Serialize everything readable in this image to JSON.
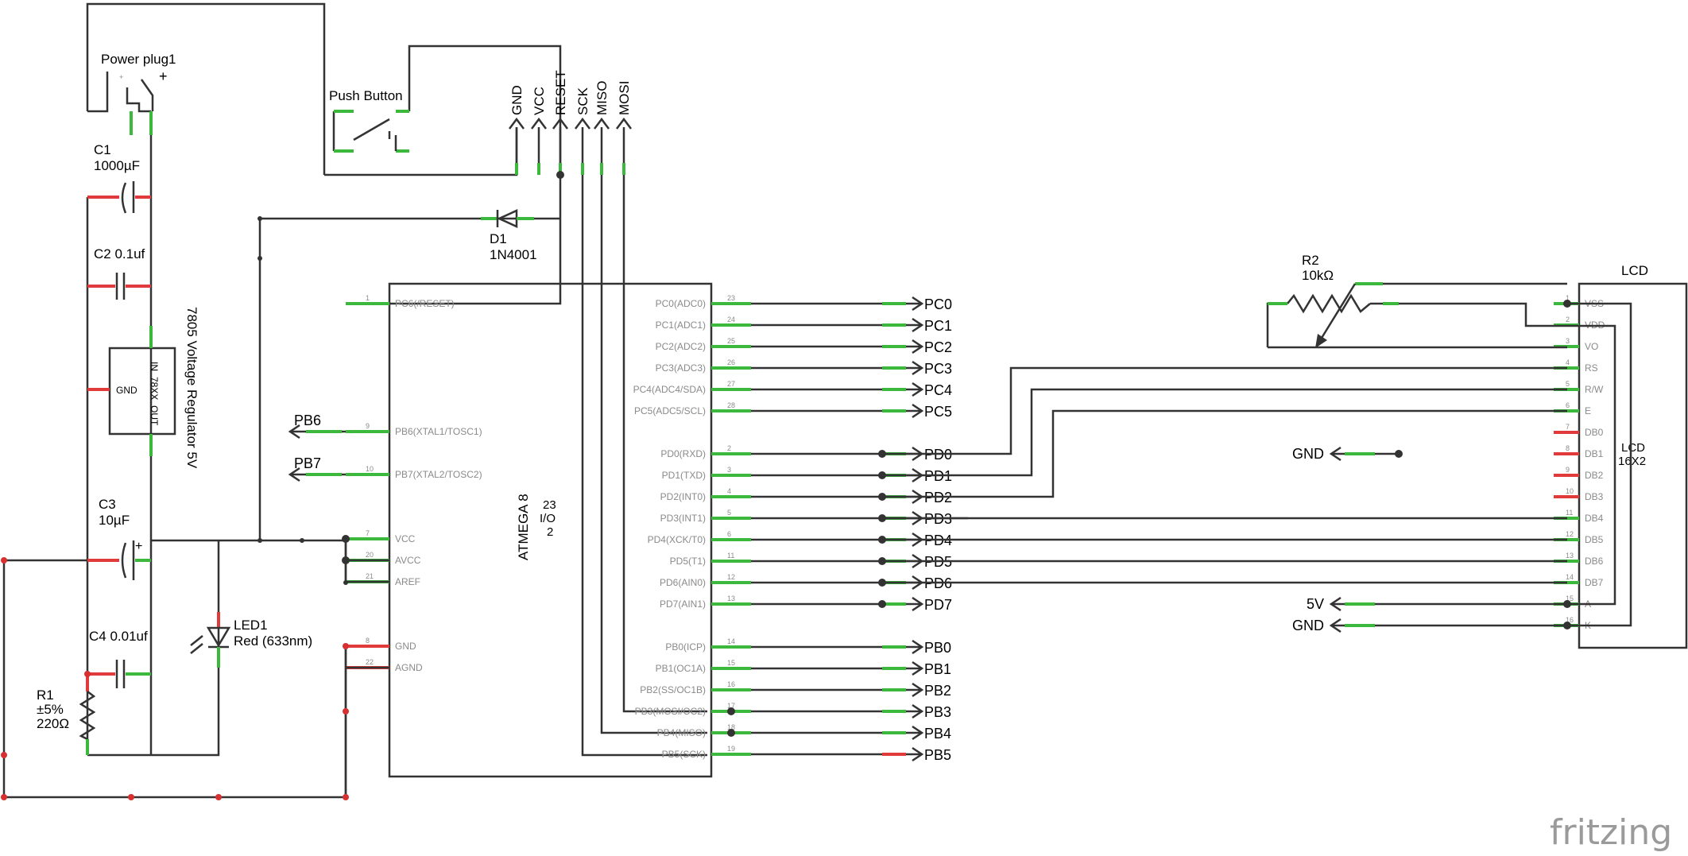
{
  "brand": "fritzing",
  "labels": {
    "power_plug": "Power plug1",
    "push_button": "Push Button",
    "c1_name": "C1",
    "c1_value": "1000µF",
    "c2": "C2 0.1uf",
    "regulator_title": "7805 Voltage Regulator 5V",
    "reg_in": "IN",
    "reg_body": "78XX",
    "reg_out": "OUT",
    "reg_gnd": "GND",
    "c3_name": "C3",
    "c3_value": "10µF",
    "c4": "C4 0.01uf",
    "r1_name": "R1",
    "r1_tol": "±5%",
    "r1_value": "220Ω",
    "led_name": "LED1",
    "led_value": "Red (633nm)",
    "d1_name": "D1",
    "d1_value": "1N4001",
    "r2_name": "R2",
    "r2_value": "10kΩ",
    "lcd_title": "LCD",
    "lcd_body1": "LCD",
    "lcd_body2": "16X2",
    "mcu_name": "ATMEGA 8",
    "mcu_io1": "23",
    "mcu_io2": "I/O",
    "mcu_io3": "2"
  },
  "header": {
    "left": [
      "GND",
      "VCC",
      "RESET",
      "SCK",
      "MISO",
      "MOSI"
    ]
  },
  "mcu_left_pins": [
    {
      "num": "1",
      "name": "PC6(/RESET)"
    },
    {
      "num": "9",
      "name": "PB6(XTAL1/TOSC1)"
    },
    {
      "num": "10",
      "name": "PB7(XTAL2/TOSC2)"
    },
    {
      "num": "7",
      "name": "VCC"
    },
    {
      "num": "20",
      "name": "AVCC"
    },
    {
      "num": "21",
      "name": "AREF"
    },
    {
      "num": "8",
      "name": "GND"
    },
    {
      "num": "22",
      "name": "AGND"
    }
  ],
  "mcu_right_pins": [
    {
      "num": "23",
      "name": "PC0(ADC0)",
      "net": "PC0"
    },
    {
      "num": "24",
      "name": "PC1(ADC1)",
      "net": "PC1"
    },
    {
      "num": "25",
      "name": "PC2(ADC2)",
      "net": "PC2"
    },
    {
      "num": "26",
      "name": "PC3(ADC3)",
      "net": "PC3"
    },
    {
      "num": "27",
      "name": "PC4(ADC4/SDA)",
      "net": "PC4"
    },
    {
      "num": "28",
      "name": "PC5(ADC5/SCL)",
      "net": "PC5"
    },
    {
      "num": "2",
      "name": "PD0(RXD)",
      "net": "PD0"
    },
    {
      "num": "3",
      "name": "PD1(TXD)",
      "net": "PD1"
    },
    {
      "num": "4",
      "name": "PD2(INT0)",
      "net": "PD2"
    },
    {
      "num": "5",
      "name": "PD3(INT1)",
      "net": "PD3"
    },
    {
      "num": "6",
      "name": "PD4(XCK/T0)",
      "net": "PD4"
    },
    {
      "num": "11",
      "name": "PD5(T1)",
      "net": "PD5"
    },
    {
      "num": "12",
      "name": "PD6(AIN0)",
      "net": "PD6"
    },
    {
      "num": "13",
      "name": "PD7(AIN1)",
      "net": "PD7"
    },
    {
      "num": "14",
      "name": "PB0(ICP)",
      "net": "PB0"
    },
    {
      "num": "15",
      "name": "PB1(OC1A)",
      "net": "PB1"
    },
    {
      "num": "16",
      "name": "PB2(SS/OC1B)",
      "net": "PB2"
    },
    {
      "num": "17",
      "name": "PB3(MOSI/OC2)",
      "net": "PB3"
    },
    {
      "num": "18",
      "name": "PB4(MISO)",
      "net": "PB4"
    },
    {
      "num": "19",
      "name": "PB5(SCK)",
      "net": "PB5"
    }
  ],
  "left_nets": [
    "PB6",
    "PB7"
  ],
  "lcd_pins": [
    {
      "num": "1",
      "name": "VSS"
    },
    {
      "num": "2",
      "name": "VDD"
    },
    {
      "num": "3",
      "name": "VO"
    },
    {
      "num": "4",
      "name": "RS"
    },
    {
      "num": "5",
      "name": "R/W"
    },
    {
      "num": "6",
      "name": "E"
    },
    {
      "num": "7",
      "name": "DB0"
    },
    {
      "num": "8",
      "name": "DB1"
    },
    {
      "num": "9",
      "name": "DB2"
    },
    {
      "num": "10",
      "name": "DB3"
    },
    {
      "num": "11",
      "name": "DB4"
    },
    {
      "num": "12",
      "name": "DB5"
    },
    {
      "num": "13",
      "name": "DB6"
    },
    {
      "num": "14",
      "name": "DB7"
    },
    {
      "num": "15",
      "name": "A"
    },
    {
      "num": "16",
      "name": "K"
    }
  ],
  "lcd_side_nets": {
    "gnd_db1": "GND",
    "v5": "5V",
    "gnd_k": "GND"
  },
  "colors": {
    "wire": "#333333",
    "pin_connected": "#3cb83c",
    "pin_unconnected": "#e03a3a",
    "pin_text": "#8a8a8a"
  }
}
